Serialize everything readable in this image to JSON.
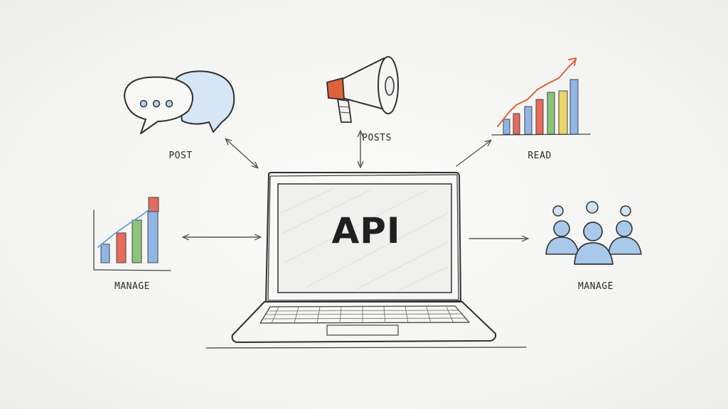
{
  "center": {
    "screen_text": "API"
  },
  "nodes": {
    "post": {
      "label": "POST",
      "icon": "speech-bubbles-icon"
    },
    "posts": {
      "label": "POSTS",
      "icon": "megaphone-icon"
    },
    "read": {
      "label": "READ",
      "icon": "growth-chart-icon"
    },
    "manage_left": {
      "label": "MANAGE",
      "icon": "bar-chart-icon"
    },
    "manage_right": {
      "label": "MANAGE",
      "icon": "users-group-icon"
    }
  },
  "colors": {
    "bubble_fill": "#d6e6f5",
    "megaphone_accent": "#e0623a",
    "bar_blue": "#8fb6e6",
    "bar_red": "#e86a5a",
    "bar_green": "#8cc47a",
    "bar_yellow": "#e8d66a",
    "people_fill": "#a9c9ea"
  }
}
